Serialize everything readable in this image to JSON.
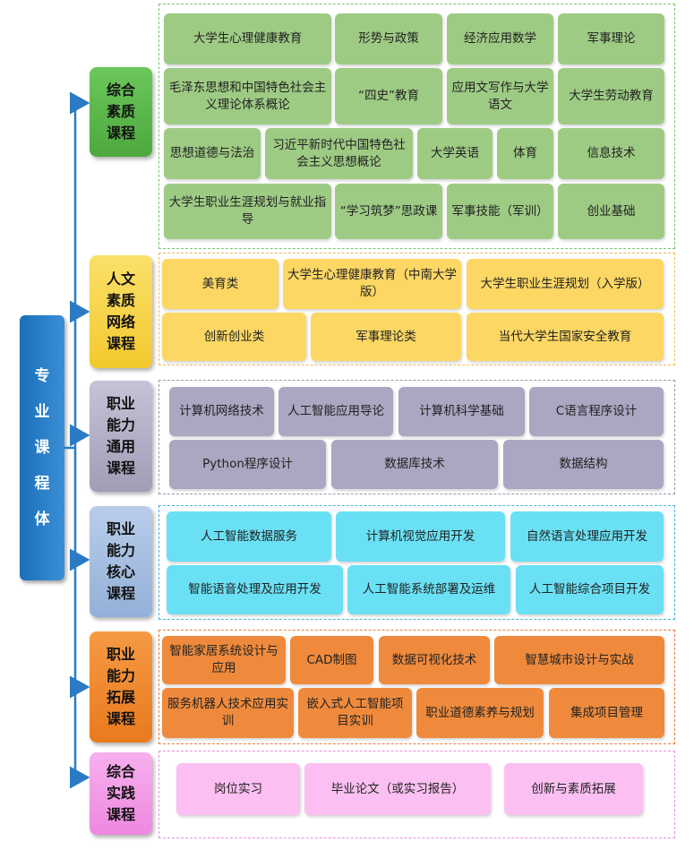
{
  "root": {
    "label": "专业课程体",
    "color": "#1f73bd"
  },
  "categories": [
    {
      "id": "comprehensive",
      "label": "综合素质课程",
      "color": "#5fbd4f",
      "course_color": "#9ecb84",
      "border_color": "#7ac36a",
      "courses": [
        {
          "label": "大学生心理健康教育"
        },
        {
          "label": "形势与政策"
        },
        {
          "label": "经济应用数学"
        },
        {
          "label": "军事理论"
        },
        {
          "label": "毛泽东思想和中国特色社会主义理论体系概论"
        },
        {
          "label": "“四史”教育"
        },
        {
          "label": "应用文写作与大学语文"
        },
        {
          "label": "大学生劳动教育"
        },
        {
          "label": "思想道德与法治"
        },
        {
          "label": "习近平新时代中国特色社会主义思想概论"
        },
        {
          "label": "大学英语"
        },
        {
          "label": "体育"
        },
        {
          "label": "信息技术"
        },
        {
          "label": "大学生职业生涯规划与就业指导"
        },
        {
          "label": "“学习筑梦”思政课"
        },
        {
          "label": "军事技能（军训）"
        },
        {
          "label": "创业基础"
        }
      ]
    },
    {
      "id": "humanities",
      "label": "人文素质网络课程",
      "color": "#f8d84a",
      "course_color": "#fcd764",
      "border_color": "#f0b858",
      "courses": [
        {
          "label": "美育类"
        },
        {
          "label": "大学生心理健康教育（中南大学版）"
        },
        {
          "label": "大学生职业生涯规划（入学版）"
        },
        {
          "label": "创新创业类"
        },
        {
          "label": "军事理论类"
        },
        {
          "label": "当代大学生国家安全教育"
        }
      ]
    },
    {
      "id": "general",
      "label": "职业能力通用课程",
      "color": "#b0aec4",
      "course_color": "#a9a7c1",
      "border_color": "#9a98b0",
      "courses": [
        {
          "label": "计算机网络技术"
        },
        {
          "label": "人工智能应用导论"
        },
        {
          "label": "计算机科学基础"
        },
        {
          "label": "C语言程序设计"
        },
        {
          "label": "Python程序设计"
        },
        {
          "label": "数据库技术"
        },
        {
          "label": "数据结构"
        }
      ]
    },
    {
      "id": "core",
      "label": "职业能力核心课程",
      "color": "#a6bfe3",
      "course_color": "#6ae0f4",
      "border_color": "#3fb3e0",
      "courses": [
        {
          "label": "人工智能数据服务"
        },
        {
          "label": "计算机视觉应用开发"
        },
        {
          "label": "自然语言处理应用开发"
        },
        {
          "label": "智能语音处理及应用开发"
        },
        {
          "label": "人工智能系统部署及运维"
        },
        {
          "label": "人工智能综合项目开发"
        }
      ]
    },
    {
      "id": "extended",
      "label": "职业能力拓展课程",
      "color": "#f28a2e",
      "course_color": "#ef8a3c",
      "border_color": "#e87a3a",
      "courses": [
        {
          "label": "智能家居系统设计与应用"
        },
        {
          "label": "CAD制图"
        },
        {
          "label": "数据可视化技术"
        },
        {
          "label": "智慧城市设计与实战"
        },
        {
          "label": "服务机器人技术应用实训"
        },
        {
          "label": "嵌入式人工智能项目实训"
        },
        {
          "label": "职业道德素养与规划"
        },
        {
          "label": "集成项目管理"
        }
      ]
    },
    {
      "id": "practice",
      "label": "综合实践课程",
      "color": "#f39ee8",
      "course_color": "#fbc0f1",
      "border_color": "#e890d8",
      "courses": [
        {
          "label": "岗位实习"
        },
        {
          "label": "毕业论文（或实习报告）"
        },
        {
          "label": "创新与素质拓展"
        }
      ]
    }
  ]
}
